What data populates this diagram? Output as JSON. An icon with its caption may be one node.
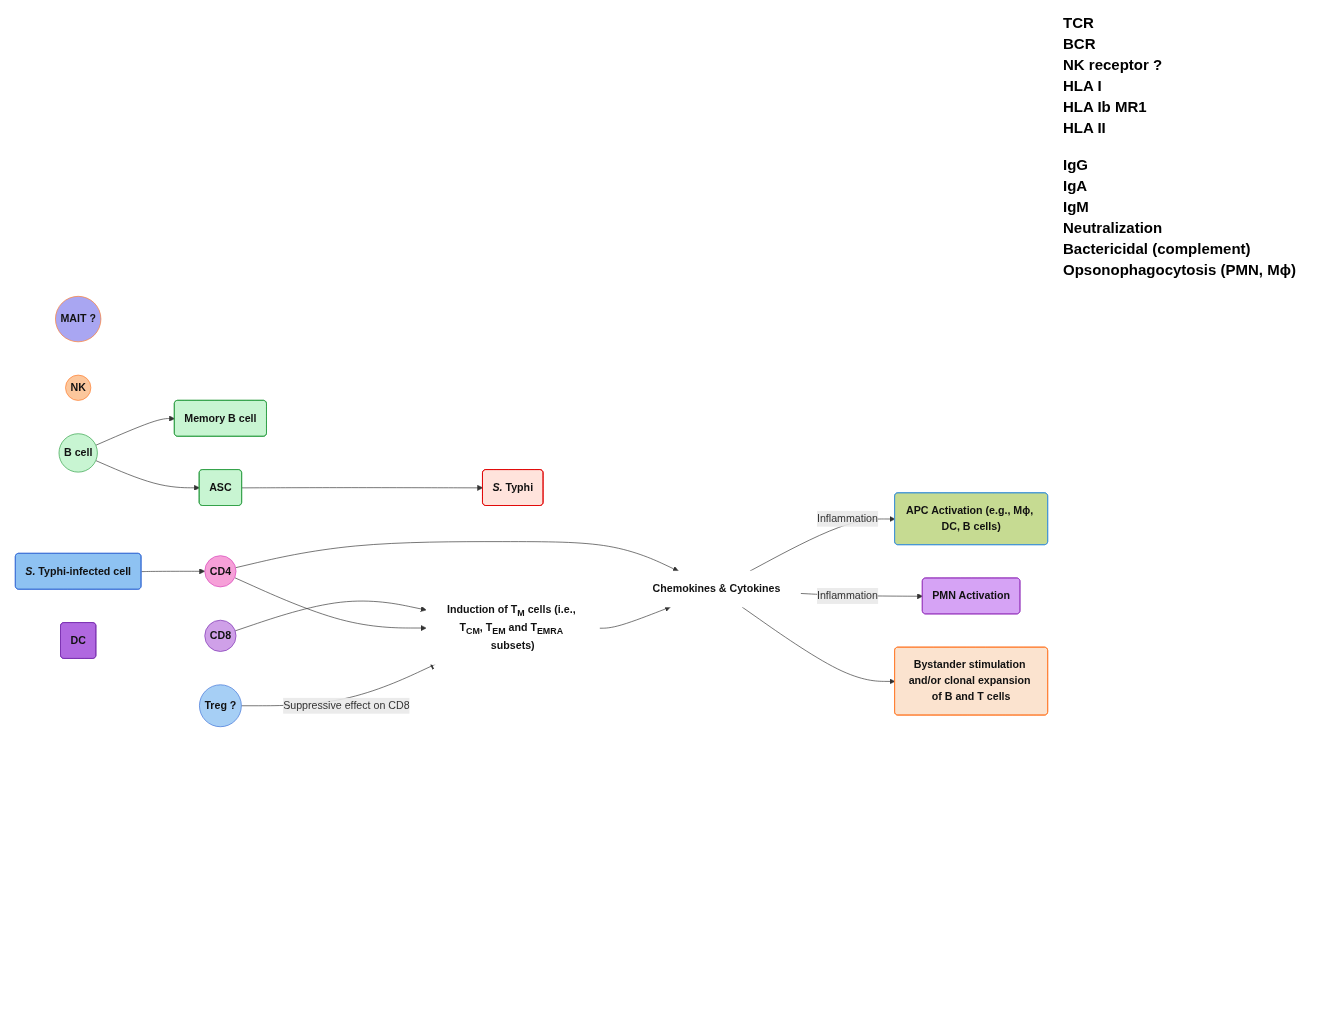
{
  "diagram": {
    "nodes": [
      {
        "text": [
          "Memory B cell"
        ]
      },
      {
        "text": [
          "ASC"
        ]
      },
      {
        "text": [
          "*S.* Typhi"
        ]
      },
      {
        "text": [
          "MAIT ?"
        ]
      },
      {
        "text": [
          "NK"
        ]
      },
      {
        "text": [
          "B cell"
        ]
      },
      {
        "text": [
          "*S.* Typhi-infected cell"
        ]
      },
      {
        "text": [
          "Treg ?"
        ]
      },
      {
        "text": [
          "CD4"
        ]
      },
      {
        "text": [
          "DC"
        ]
      },
      {
        "text": [
          "CD8"
        ]
      },
      {
        "text": [
          "Chemokines & Cytokines"
        ]
      },
      {
        "text": [
          "APC Activation (e.g., Mϕ, DC, B cells)"
        ]
      },
      {
        "text": [
          "PMN Activation"
        ]
      },
      {
        "text": [
          "Bystander stimulation and/or clonal expansion of B and T cells"
        ]
      },
      {
        "text": [
          "Induction of T$_{M}$ cells (i.e., T$_{CM}$, T$_{EM}$ and T$_{EMRA}$ subsets)"
        ]
      }
    ],
    "edges": [
      {
        "from": 5,
        "to": 1,
        "arrow": "to"
      },
      {
        "from": 5,
        "to": 0,
        "arrow": "to"
      },
      {
        "from": 1,
        "to": 2,
        "arrow": "to"
      },
      {
        "from": 6,
        "to": 8,
        "arrow": "to"
      },
      {
        "from": 8,
        "to": 11,
        "arrow": "to"
      },
      {
        "from": 11,
        "to": 12,
        "arrow": "to",
        "label": "Inflammation"
      },
      {
        "from": 11,
        "to": 13,
        "arrow": "to",
        "label": "Inflammation"
      },
      {
        "from": 11,
        "to": 14,
        "arrow": "to"
      },
      {
        "from": 10,
        "to": 15,
        "arrow": "to"
      },
      {
        "from": 8,
        "to": 15,
        "arrow": "to"
      },
      {
        "from": 15,
        "to": 11,
        "arrow": "to"
      },
      {
        "from": 7,
        "to": 15,
        "arrow": "other",
        "label": "Suppressive effect on CD8"
      }
    ],
    "labels": [
      "IgG",
      "IgA",
      "IgM",
      "Neutralization",
      "Bactericidal (complement)",
      "Opsonophagocytosis (PMN, Mϕ)"
    ],
    "legend": [
      {
        "text": "TCR"
      },
      {
        "text": "BCR"
      },
      {
        "text": "NK receptor ?"
      },
      {
        "text": "HLA I"
      },
      {
        "text": "HLA Ib MR1"
      },
      {
        "text": "HLA II"
      }
    ]
  }
}
